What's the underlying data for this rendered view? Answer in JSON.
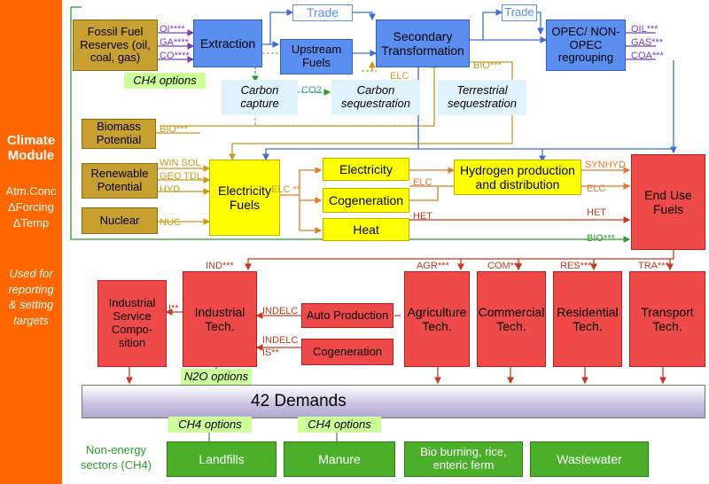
{
  "sidebar": {
    "title": "Climate Module",
    "outputs": [
      "Atm.Conc",
      "ΔForcing",
      "ΔTemp"
    ],
    "note": "Used for reporting & setting targets"
  },
  "boxes": {
    "fossil": "Fossil Fuel Reserves (oil, coal, gas)",
    "extraction": "Extraction",
    "upstream": "Upstream Fuels",
    "trade1": "Trade",
    "secondary": "Secondary Transformation",
    "trade2": "Trade",
    "opec": "OPEC/ NON-OPEC regrouping",
    "ch4_top": "CH4 options",
    "carbon_capture": "Carbon capture",
    "carbon_seq": "Carbon sequestration",
    "terrestrial_seq": "Terrestrial sequestration",
    "biomass": "Biomass Potential",
    "renewable": "Renewable Potential",
    "nuclear": "Nuclear",
    "elec_fuels": "Electricity Fuels",
    "electricity": "Electricity",
    "cogeneration": "Cogeneration",
    "heat": "Heat",
    "hydrogen": "Hydrogen production and distribution",
    "end_use": "End Use Fuels",
    "ind_service": "Industrial Service Compo-sition",
    "ind_tech": "Industrial Tech.",
    "auto_prod": "Auto Production",
    "cogen2": "Cogeneration",
    "agri": "Agriculture Tech.",
    "commercial": "Commercial Tech.",
    "residential": "Residential Tech.",
    "transport": "Transport Tech.",
    "n2o": "N2O options",
    "demands": "42 Demands",
    "ch4_landfills_opt": "CH4 options",
    "ch4_manure_opt": "CH4 options",
    "non_energy": "Non-energy sectors (CH4)",
    "landfills": "Landfills",
    "manure": "Manure",
    "bio_burning": "Bio burning, rice, enteric ferm",
    "wastewater": "Wastewater"
  },
  "labels": {
    "oi": "OI****",
    "ga": "GA****",
    "co": "CO****",
    "oil": "OIL***",
    "gas": "GAS***",
    "coa": "COA***",
    "elc1": "ELC",
    "co2": "CO2",
    "bio1": "BIO***",
    "bio2": "BIO***",
    "win": "WIN SOL",
    "geo": "GEO TDL",
    "hyd": "HYD",
    "nuc": "NUC",
    "elc2": "ELC **",
    "elc3": "ELC",
    "het1": "HET",
    "synhyd": "SYNHYD",
    "elc4": "ELC",
    "het2": "HET",
    "bio3": "BIO***",
    "ind": "IND***",
    "agr": "AGR***",
    "com": "COM***",
    "res": "RES***",
    "tra": "TRA***",
    "i": "I**",
    "indelc1": "INDELC",
    "indelc2": "INDELC",
    "is": "IS**"
  },
  "colors": {
    "sidebar": "#ff6600",
    "tan": "#c8a030",
    "blue": "#5a8ff0",
    "yellow": "#ffff00",
    "red": "#ee4a4a",
    "green": "#4caf2a",
    "light_green": "#ccff99",
    "light_blue": "#dff3ff",
    "demands": "#c8c0e0"
  }
}
